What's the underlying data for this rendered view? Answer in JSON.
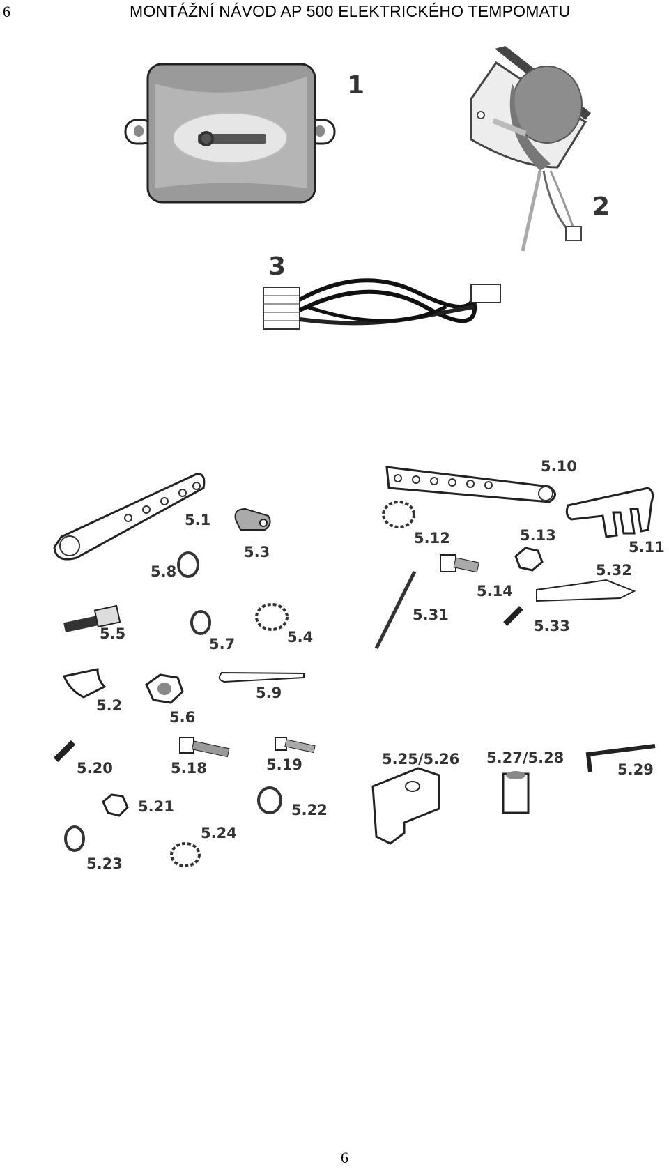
{
  "header": {
    "page_number": "6",
    "title": "MONTÁŽNÍ NÁVOD AP 500 ELEKTRICKÉHO TEMPOMATU"
  },
  "figures": {
    "main_parts": [
      {
        "label": "1"
      },
      {
        "label": "2"
      },
      {
        "label": "3"
      }
    ],
    "small_parts": [
      "5.1",
      "5.2",
      "5.3",
      "5.4",
      "5.5",
      "5.6",
      "5.7",
      "5.8",
      "5.9",
      "5.10",
      "5.11",
      "5.12",
      "5.13",
      "5.14",
      "5.18",
      "5.19",
      "5.20",
      "5.21",
      "5.22",
      "5.23",
      "5.24",
      "5.25/5.26",
      "5.27/5.28",
      "5.29",
      "5.31",
      "5.32",
      "5.33"
    ]
  },
  "footer": {
    "page_number": "6"
  }
}
